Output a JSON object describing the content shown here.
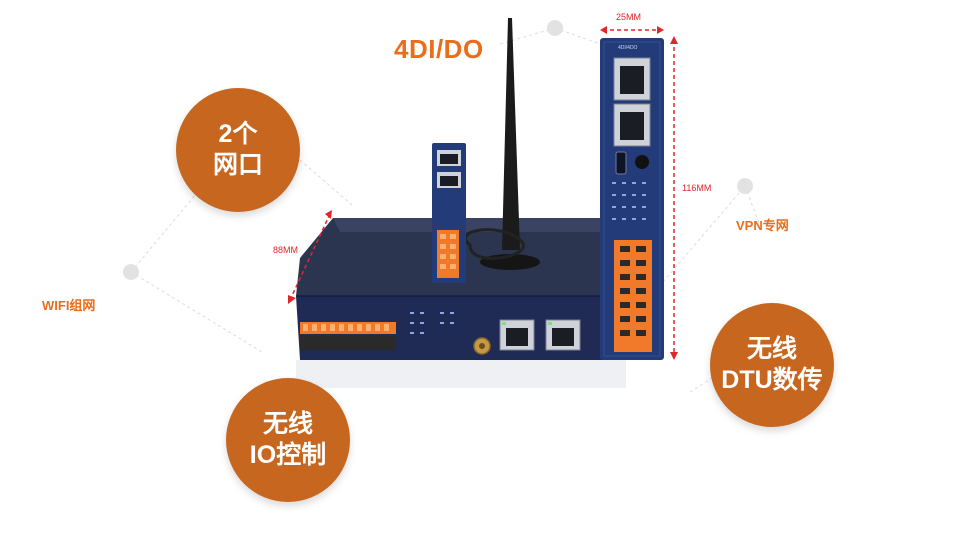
{
  "features": {
    "network_ports": {
      "line1": "2个",
      "line2": "网口"
    },
    "io_control": {
      "line1": "无线",
      "line2": "IO控制"
    },
    "dtu": {
      "line1": "无线",
      "line2": "DTU数传"
    }
  },
  "labels": {
    "io_type": "4DI/DO",
    "vpn": "VPN专网",
    "wifi": "WIFI组网"
  },
  "dimensions": {
    "width": "25MM",
    "height": "116MM",
    "depth": "88MM"
  },
  "device_text": {
    "module_tag": "4DI/4DO"
  },
  "colors": {
    "accent": "#c7671f",
    "label": "#ea6d1c",
    "dimension": "#e0262a",
    "device_blue": "#233b78"
  }
}
